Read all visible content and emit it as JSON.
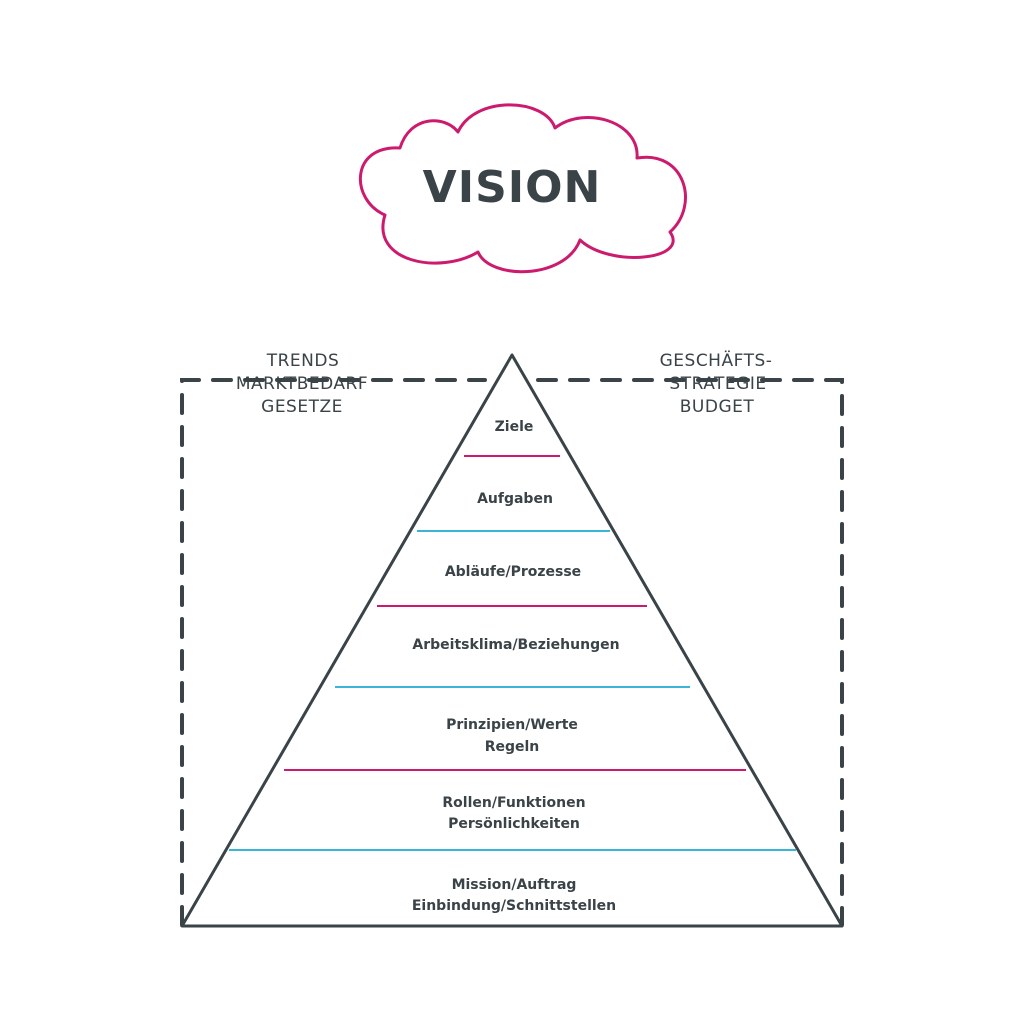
{
  "vision": {
    "label": "VISION"
  },
  "left_note": {
    "lines": [
      "TRENDS",
      "MARKTBEDARF",
      "GESETZE"
    ]
  },
  "right_note": {
    "lines": [
      "GESCHÄFTS-",
      "STRATEGIE",
      "BUDGET"
    ]
  },
  "pyramid": {
    "layers": [
      {
        "lines": [
          "Ziele"
        ]
      },
      {
        "lines": [
          "Aufgaben"
        ]
      },
      {
        "lines": [
          "Abläufe/Prozesse"
        ]
      },
      {
        "lines": [
          "Arbeitsklima/Beziehungen"
        ]
      },
      {
        "lines": [
          "Prinzipien/Werte",
          "Regeln"
        ]
      },
      {
        "lines": [
          "Rollen/Funktionen",
          "Persönlichkeiten"
        ]
      },
      {
        "lines": [
          "Mission/Auftrag",
          "Einbindung/Schnittstellen"
        ]
      }
    ]
  },
  "colors": {
    "ink": "#3a4347",
    "pink": "#cc1b6e",
    "cyan": "#3cb4d8"
  }
}
